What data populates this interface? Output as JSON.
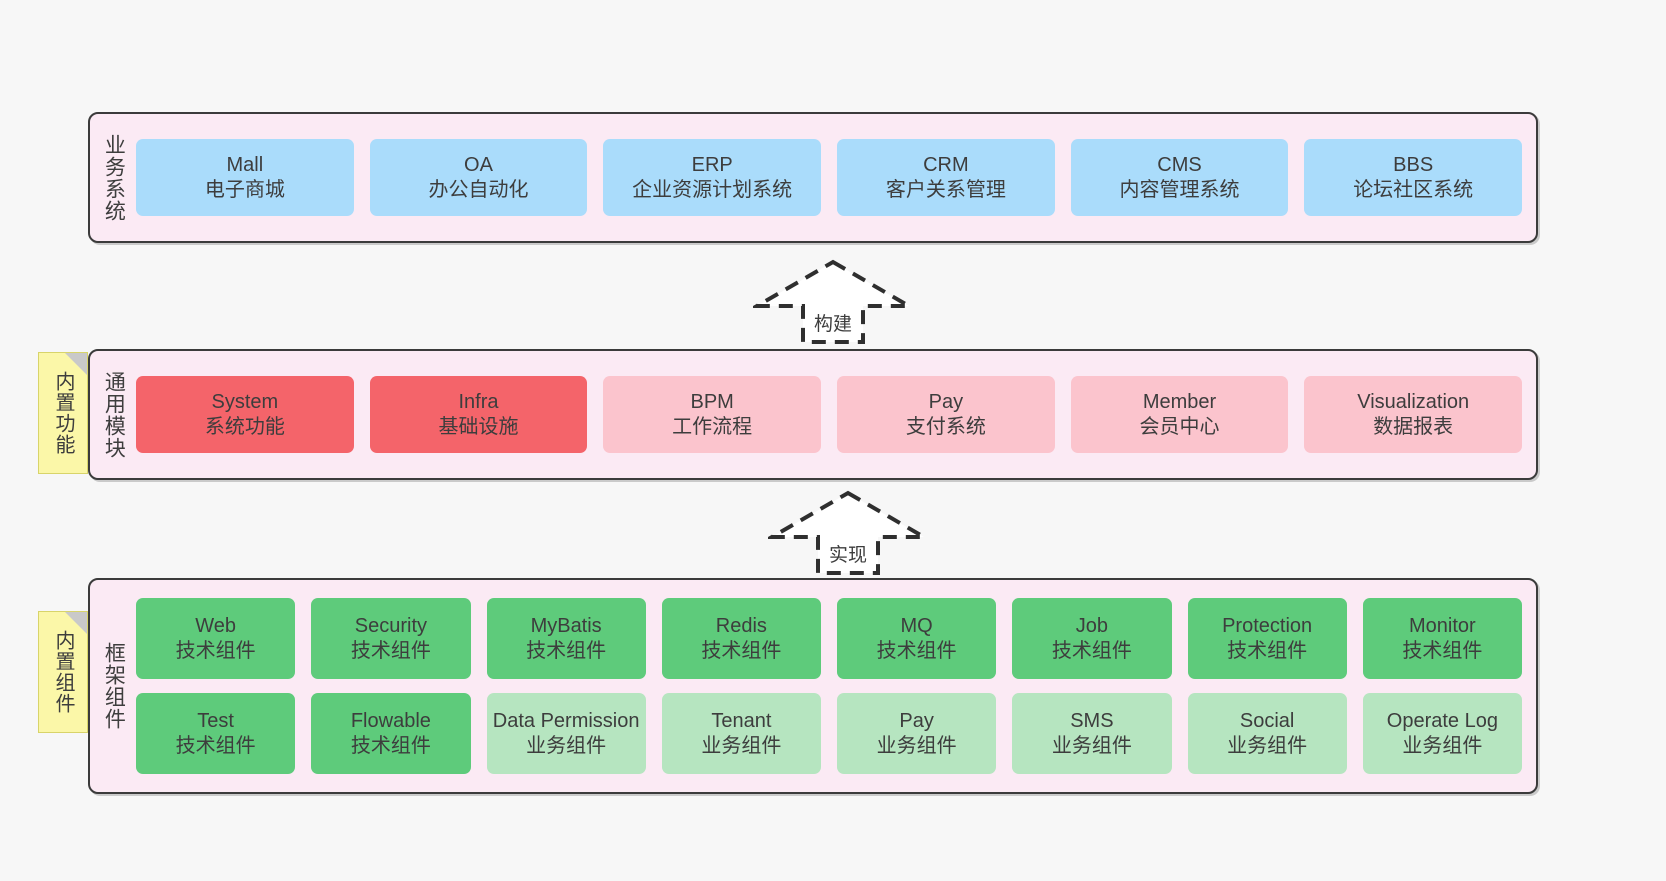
{
  "colors": {
    "page_background": "#f7f7f7",
    "layer_background": "#fbeaf4",
    "layer_border": "#3b3b3b",
    "sticky_background": "#fbf7a8",
    "business_cell": "#aadcfb",
    "module_core_cell": "#f4646a",
    "module_cell": "#fbc4cd",
    "tech_component_cell": "#5ecb7b",
    "business_component_cell": "#b6e5c0"
  },
  "layers": {
    "business": {
      "title": "业务系统",
      "cells": [
        {
          "name": "Mall",
          "desc": "电子商城"
        },
        {
          "name": "OA",
          "desc": "办公自动化"
        },
        {
          "name": "ERP",
          "desc": "企业资源计划系统"
        },
        {
          "name": "CRM",
          "desc": "客户关系管理"
        },
        {
          "name": "CMS",
          "desc": "内容管理系统"
        },
        {
          "name": "BBS",
          "desc": "论坛社区系统"
        }
      ]
    },
    "modules": {
      "title": "通用模块",
      "sticky": "内置功能",
      "cells": [
        {
          "name": "System",
          "desc": "系统功能"
        },
        {
          "name": "Infra",
          "desc": "基础设施"
        },
        {
          "name": "BPM",
          "desc": "工作流程"
        },
        {
          "name": "Pay",
          "desc": "支付系统"
        },
        {
          "name": "Member",
          "desc": "会员中心"
        },
        {
          "name": "Visualization",
          "desc": "数据报表"
        }
      ]
    },
    "framework": {
      "title": "框架组件",
      "sticky": "内置组件",
      "row1": [
        {
          "name": "Web",
          "desc": "技术组件"
        },
        {
          "name": "Security",
          "desc": "技术组件"
        },
        {
          "name": "MyBatis",
          "desc": "技术组件"
        },
        {
          "name": "Redis",
          "desc": "技术组件"
        },
        {
          "name": "MQ",
          "desc": "技术组件"
        },
        {
          "name": "Job",
          "desc": "技术组件"
        },
        {
          "name": "Protection",
          "desc": "技术组件"
        },
        {
          "name": "Monitor",
          "desc": "技术组件"
        }
      ],
      "row2": [
        {
          "name": "Test",
          "desc": "技术组件"
        },
        {
          "name": "Flowable",
          "desc": "技术组件"
        },
        {
          "name": "Data Permission",
          "desc": "业务组件"
        },
        {
          "name": "Tenant",
          "desc": "业务组件"
        },
        {
          "name": "Pay",
          "desc": "业务组件"
        },
        {
          "name": "SMS",
          "desc": "业务组件"
        },
        {
          "name": "Social",
          "desc": "业务组件"
        },
        {
          "name": "Operate Log",
          "desc": "业务组件"
        }
      ]
    }
  },
  "arrows": {
    "build": "构建",
    "implement": "实现"
  }
}
